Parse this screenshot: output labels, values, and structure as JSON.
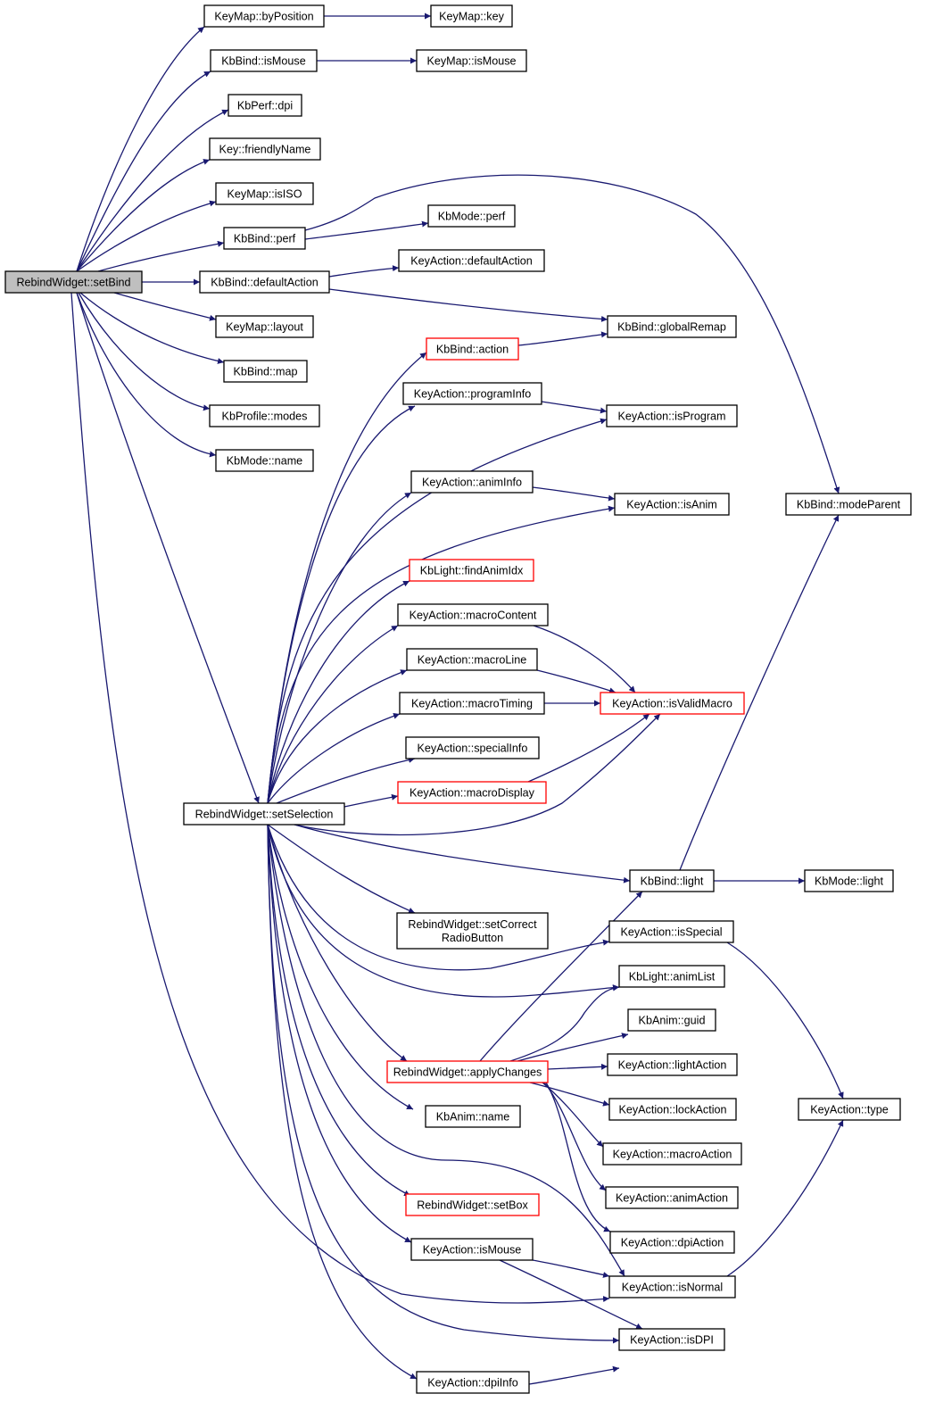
{
  "colors": {
    "edge": "#191970",
    "node_border": "#000000",
    "truncated_border": "#ff0000",
    "root_fill": "#bfbfbf",
    "node_fill": "#ffffff"
  },
  "nodes": [
    {
      "id": "setBind",
      "label": [
        "RebindWidget::setBind"
      ],
      "style": "root"
    },
    {
      "id": "byPosition",
      "label": [
        "KeyMap::byPosition"
      ],
      "style": "normal"
    },
    {
      "id": "key",
      "label": [
        "KeyMap::key"
      ],
      "style": "normal"
    },
    {
      "id": "kbIsMouse",
      "label": [
        "KbBind::isMouse"
      ],
      "style": "normal"
    },
    {
      "id": "mapIsMouse",
      "label": [
        "KeyMap::isMouse"
      ],
      "style": "normal"
    },
    {
      "id": "dpi",
      "label": [
        "KbPerf::dpi"
      ],
      "style": "normal"
    },
    {
      "id": "friendlyName",
      "label": [
        "Key::friendlyName"
      ],
      "style": "normal"
    },
    {
      "id": "isISO",
      "label": [
        "KeyMap::isISO"
      ],
      "style": "normal"
    },
    {
      "id": "bindPerf",
      "label": [
        "KbBind::perf"
      ],
      "style": "normal"
    },
    {
      "id": "modePerf",
      "label": [
        "KbMode::perf"
      ],
      "style": "normal"
    },
    {
      "id": "defaultAction",
      "label": [
        "KbBind::defaultAction"
      ],
      "style": "normal"
    },
    {
      "id": "kaDefaultAction",
      "label": [
        "KeyAction::defaultAction"
      ],
      "style": "normal"
    },
    {
      "id": "globalRemap",
      "label": [
        "KbBind::globalRemap"
      ],
      "style": "normal"
    },
    {
      "id": "layout",
      "label": [
        "KeyMap::layout"
      ],
      "style": "normal"
    },
    {
      "id": "bindMap",
      "label": [
        "KbBind::map"
      ],
      "style": "normal"
    },
    {
      "id": "modes",
      "label": [
        "KbProfile::modes"
      ],
      "style": "normal"
    },
    {
      "id": "modeName",
      "label": [
        "KbMode::name"
      ],
      "style": "normal"
    },
    {
      "id": "action",
      "label": [
        "KbBind::action"
      ],
      "style": "truncated"
    },
    {
      "id": "programInfo",
      "label": [
        "KeyAction::programInfo"
      ],
      "style": "normal"
    },
    {
      "id": "isProgram",
      "label": [
        "KeyAction::isProgram"
      ],
      "style": "normal"
    },
    {
      "id": "animInfo",
      "label": [
        "KeyAction::animInfo"
      ],
      "style": "normal"
    },
    {
      "id": "isAnim",
      "label": [
        "KeyAction::isAnim"
      ],
      "style": "normal"
    },
    {
      "id": "modeParent",
      "label": [
        "KbBind::modeParent"
      ],
      "style": "normal"
    },
    {
      "id": "findAnimIdx",
      "label": [
        "KbLight::findAnimIdx"
      ],
      "style": "truncated"
    },
    {
      "id": "macroContent",
      "label": [
        "KeyAction::macroContent"
      ],
      "style": "normal"
    },
    {
      "id": "macroLine",
      "label": [
        "KeyAction::macroLine"
      ],
      "style": "normal"
    },
    {
      "id": "macroTiming",
      "label": [
        "KeyAction::macroTiming"
      ],
      "style": "normal"
    },
    {
      "id": "isValidMacro",
      "label": [
        "KeyAction::isValidMacro"
      ],
      "style": "truncated"
    },
    {
      "id": "specialInfo",
      "label": [
        "KeyAction::specialInfo"
      ],
      "style": "normal"
    },
    {
      "id": "macroDisplay",
      "label": [
        "KeyAction::macroDisplay"
      ],
      "style": "truncated"
    },
    {
      "id": "setSelection",
      "label": [
        "RebindWidget::setSelection"
      ],
      "style": "normal"
    },
    {
      "id": "bindLight",
      "label": [
        "KbBind::light"
      ],
      "style": "normal"
    },
    {
      "id": "modeLight",
      "label": [
        "KbMode::light"
      ],
      "style": "normal"
    },
    {
      "id": "setCorrectRadioButton",
      "label": [
        "RebindWidget::setCorrect",
        "RadioButton"
      ],
      "style": "normal"
    },
    {
      "id": "isSpecial",
      "label": [
        "KeyAction::isSpecial"
      ],
      "style": "normal"
    },
    {
      "id": "animList",
      "label": [
        "KbLight::animList"
      ],
      "style": "normal"
    },
    {
      "id": "guid",
      "label": [
        "KbAnim::guid"
      ],
      "style": "normal"
    },
    {
      "id": "applyChanges",
      "label": [
        "RebindWidget::applyChanges"
      ],
      "style": "truncated"
    },
    {
      "id": "lightAction",
      "label": [
        "KeyAction::lightAction"
      ],
      "style": "normal"
    },
    {
      "id": "lockAction",
      "label": [
        "KeyAction::lockAction"
      ],
      "style": "normal"
    },
    {
      "id": "type",
      "label": [
        "KeyAction::type"
      ],
      "style": "normal"
    },
    {
      "id": "animName",
      "label": [
        "KbAnim::name"
      ],
      "style": "normal"
    },
    {
      "id": "macroAction",
      "label": [
        "KeyAction::macroAction"
      ],
      "style": "normal"
    },
    {
      "id": "animAction",
      "label": [
        "KeyAction::animAction"
      ],
      "style": "normal"
    },
    {
      "id": "setBox",
      "label": [
        "RebindWidget::setBox"
      ],
      "style": "truncated"
    },
    {
      "id": "dpiAction",
      "label": [
        "KeyAction::dpiAction"
      ],
      "style": "normal"
    },
    {
      "id": "kaIsMouse",
      "label": [
        "KeyAction::isMouse"
      ],
      "style": "normal"
    },
    {
      "id": "isNormal",
      "label": [
        "KeyAction::isNormal"
      ],
      "style": "normal"
    },
    {
      "id": "isDPI",
      "label": [
        "KeyAction::isDPI"
      ],
      "style": "normal"
    },
    {
      "id": "dpiInfo",
      "label": [
        "KeyAction::dpiInfo"
      ],
      "style": "normal"
    }
  ]
}
